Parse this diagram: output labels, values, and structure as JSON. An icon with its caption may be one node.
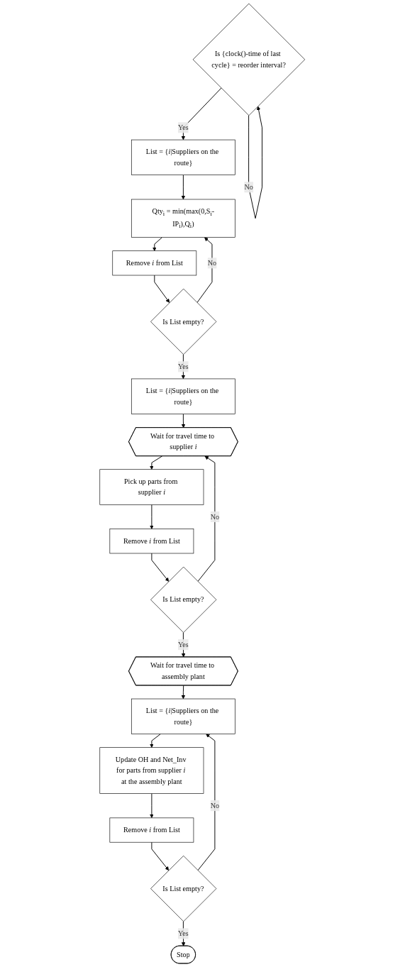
{
  "diagram": {
    "nodes": [
      {
        "text": [
          "Is {clock()-time of last cycle} = reorder interval?"
        ]
      },
      {
        "text": [
          "List = {*i*|Suppliers on the route}"
        ]
      },
      {
        "text": [
          "Qty$_{i}$ = min(max(0,S$_{i}$-IP$_{i}$),Q$_{i}$)"
        ]
      },
      {
        "text": [
          "Remove *i* from List"
        ]
      },
      {
        "text": [
          "Is List empty?"
        ]
      },
      {
        "text": [
          "List = {*i*|Suppliers on the route}"
        ]
      },
      {
        "text": [
          "Wait for travel time to supplier *i*"
        ]
      },
      {
        "text": [
          "Pick up parts from supplier *i*"
        ]
      },
      {
        "text": [
          "Remove *i* from List"
        ]
      },
      {
        "text": [
          "Is List empty?"
        ]
      },
      {
        "text": [
          "Wait for travel time to assembly plant"
        ]
      },
      {
        "text": [
          "List = {*i*|Suppliers on the route}"
        ]
      },
      {
        "text": [
          "Update OH and Net_Inv for parts from supplier *i* at the assembly plant"
        ]
      },
      {
        "text": [
          "Remove *i* from List"
        ]
      },
      {
        "text": [
          "Is List empty?"
        ]
      },
      {
        "text": [
          "Stop"
        ]
      }
    ],
    "edges": [
      {
        "from": 0,
        "to": 0,
        "arrow": "to",
        "label": "No"
      },
      {
        "from": 0,
        "to": 1,
        "arrow": "to",
        "label": "Yes"
      },
      {
        "from": 1,
        "to": 2,
        "arrow": "to"
      },
      {
        "from": 2,
        "to": 3,
        "arrow": "to"
      },
      {
        "from": 3,
        "to": 4,
        "arrow": "to"
      },
      {
        "from": 4,
        "to": 2,
        "arrow": "to",
        "label": "No"
      },
      {
        "from": 4,
        "to": 5,
        "arrow": "to",
        "label": "Yes"
      },
      {
        "from": 5,
        "to": 6,
        "arrow": "to"
      },
      {
        "from": 6,
        "to": 7,
        "arrow": "to"
      },
      {
        "from": 7,
        "to": 8,
        "arrow": "to"
      },
      {
        "from": 8,
        "to": 9,
        "arrow": "to"
      },
      {
        "from": 9,
        "to": 6,
        "arrow": "to",
        "label": "No"
      },
      {
        "from": 9,
        "to": 10,
        "arrow": "to",
        "label": "Yes"
      },
      {
        "from": 10,
        "to": 11,
        "arrow": "to"
      },
      {
        "from": 11,
        "to": 12,
        "arrow": "to"
      },
      {
        "from": 12,
        "to": 13,
        "arrow": "to"
      },
      {
        "from": 13,
        "to": 14,
        "arrow": "to"
      },
      {
        "from": 14,
        "to": 11,
        "arrow": "to",
        "label": "No"
      },
      {
        "from": 14,
        "to": 15,
        "arrow": "to",
        "label": "Yes"
      }
    ]
  }
}
